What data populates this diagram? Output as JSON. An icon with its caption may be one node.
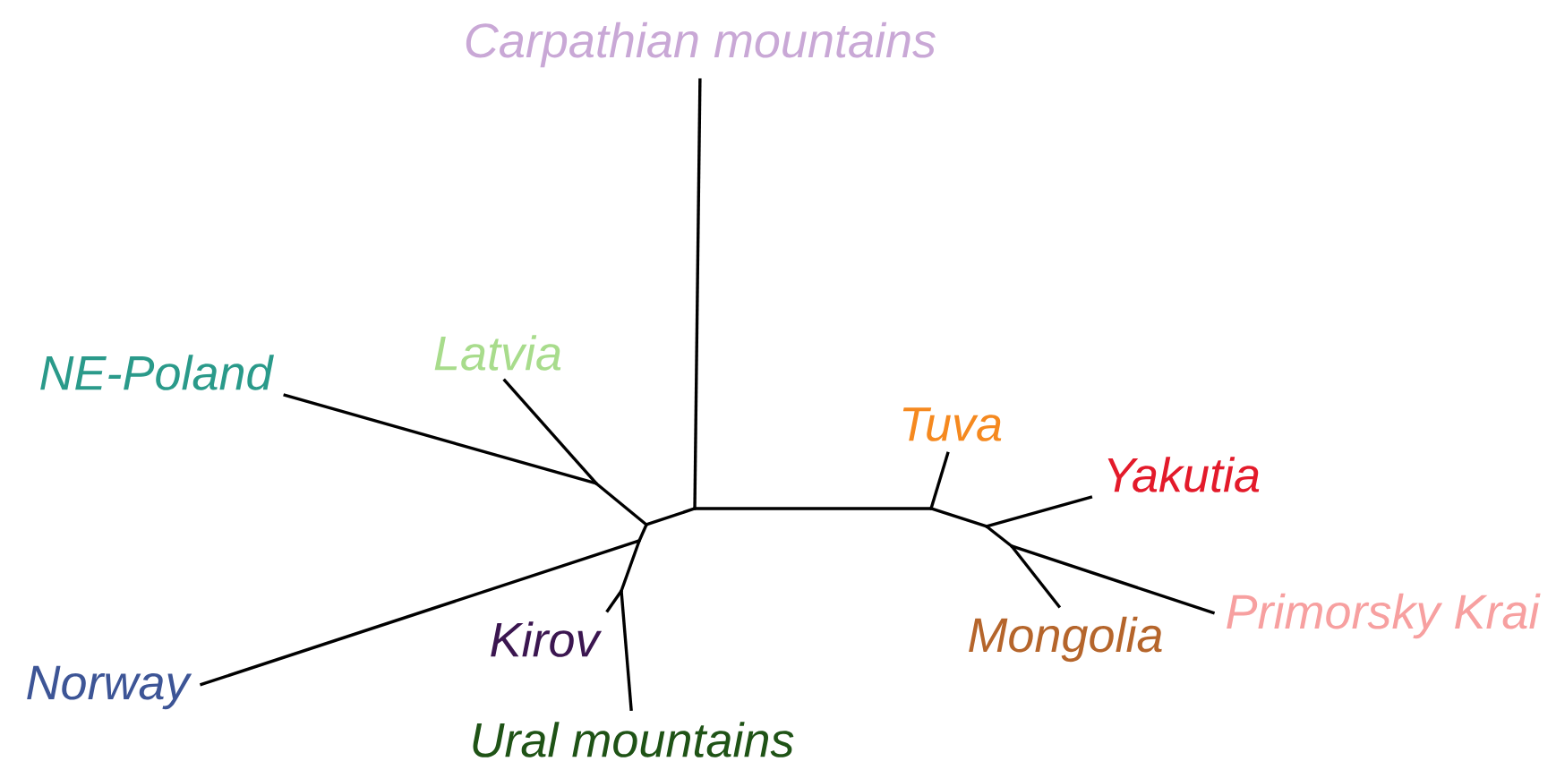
{
  "diagram": {
    "nodes": [
      {
        "text": [
          "Carpathian mountains"
        ]
      },
      {
        "text": [
          "NE-Poland"
        ]
      },
      {
        "text": [
          "Latvia"
        ]
      },
      {
        "text": [
          "Tuva"
        ]
      },
      {
        "text": [
          "Yakutia"
        ]
      },
      {
        "text": [
          "Primorsky Krai"
        ]
      },
      {
        "text": [
          "Kirov"
        ]
      },
      {
        "text": [
          "Mongolia"
        ]
      },
      {
        "text": [
          "Norway"
        ]
      },
      {
        "text": [
          "Ural mountains"
        ]
      },
      {
        "text": [],
        "shape": "point"
      },
      {
        "text": [],
        "shape": "point"
      },
      {
        "text": [],
        "shape": "point"
      },
      {
        "text": [],
        "shape": "point"
      },
      {
        "text": [],
        "shape": "point"
      },
      {
        "text": [],
        "shape": "point"
      },
      {
        "text": [],
        "shape": "point"
      },
      {
        "text": [],
        "shape": "point"
      }
    ],
    "edges": [
      {
        "from": 10,
        "to": 0,
        "arrow": "none"
      },
      {
        "from": 10,
        "to": 11,
        "arrow": "none"
      },
      {
        "from": 10,
        "to": 15,
        "arrow": "none"
      },
      {
        "from": 11,
        "to": 12,
        "arrow": "none"
      },
      {
        "from": 12,
        "to": 1,
        "arrow": "none"
      },
      {
        "from": 12,
        "to": 2,
        "arrow": "none"
      },
      {
        "from": 11,
        "to": 13,
        "arrow": "none"
      },
      {
        "from": 13,
        "to": 8,
        "arrow": "none"
      },
      {
        "from": 13,
        "to": 14,
        "arrow": "none"
      },
      {
        "from": 14,
        "to": 6,
        "arrow": "none"
      },
      {
        "from": 14,
        "to": 9,
        "arrow": "none"
      },
      {
        "from": 15,
        "to": 3,
        "arrow": "none"
      },
      {
        "from": 15,
        "to": 16,
        "arrow": "none"
      },
      {
        "from": 16,
        "to": 4,
        "arrow": "none"
      },
      {
        "from": 16,
        "to": 17,
        "arrow": "none"
      },
      {
        "from": 17,
        "to": 7,
        "arrow": "none"
      },
      {
        "from": 17,
        "to": 5,
        "arrow": "none"
      }
    ]
  }
}
